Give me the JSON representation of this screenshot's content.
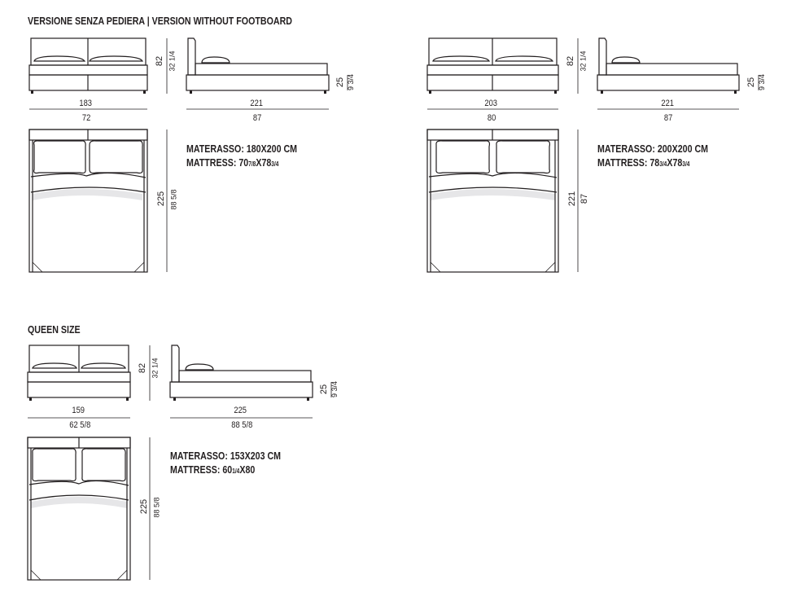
{
  "headings": {
    "without_footboard": "VERSIONE SENZA PEDIERA  |  VERSION WITHOUT FOOTBOARD",
    "queen": "QUEEN SIZE"
  },
  "beds": [
    {
      "id": "bed-180",
      "front_width_cm": "183",
      "front_width_in": "72",
      "height_cm": "82",
      "height_in": "32 1/4",
      "side_length_cm": "221",
      "side_length_in": "87",
      "base_height_cm": "25",
      "base_height_in": "9 3/4",
      "plan_length_cm": "225",
      "plan_length_in": "88 5/8",
      "mattress_it_label": "MATERASSO: 180X200 CM",
      "mattress_en_prefix": "MATTRESS: 70",
      "mattress_en_frac1": "7/8",
      "mattress_en_mid": "X78",
      "mattress_en_frac2": "3/4"
    },
    {
      "id": "bed-200",
      "front_width_cm": "203",
      "front_width_in": "80",
      "height_cm": "82",
      "height_in": "32 1/4",
      "side_length_cm": "221",
      "side_length_in": "87",
      "base_height_cm": "25",
      "base_height_in": "9 3/4",
      "plan_length_cm": "221",
      "plan_length_in": "87",
      "mattress_it_label": "MATERASSO: 200X200 CM",
      "mattress_en_prefix": "MATTRESS: 78",
      "mattress_en_frac1": "3/4",
      "mattress_en_mid": "X78",
      "mattress_en_frac2": "3/4"
    },
    {
      "id": "bed-queen",
      "front_width_cm": "159",
      "front_width_in": "62 5/8",
      "height_cm": "82",
      "height_in": "32 1/4",
      "side_length_cm": "225",
      "side_length_in": "88 5/8",
      "base_height_cm": "25",
      "base_height_in": "9 3/4",
      "plan_length_cm": "225",
      "plan_length_in": "88 5/8",
      "mattress_it_label": "MATERASSO: 153X203 CM",
      "mattress_en_prefix": "MATTRESS: 60",
      "mattress_en_frac1": "1/4",
      "mattress_en_mid": "X80",
      "mattress_en_frac2": ""
    }
  ]
}
